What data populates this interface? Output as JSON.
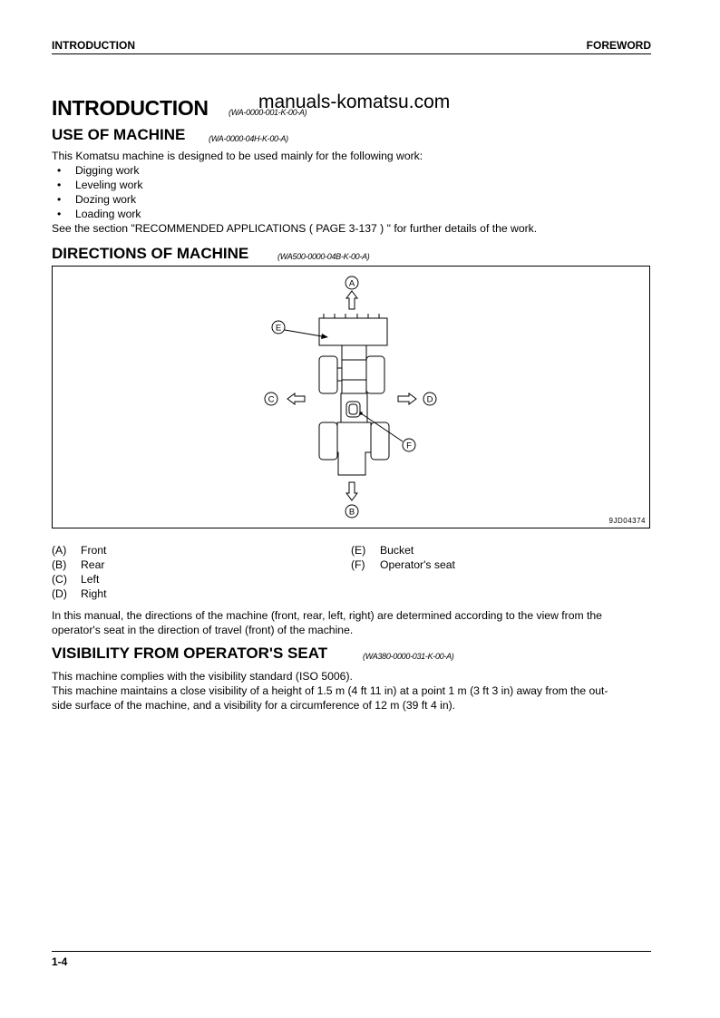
{
  "header": {
    "left": "INTRODUCTION",
    "right": "FOREWORD"
  },
  "watermark": "manuals-komatsu.com",
  "title": {
    "text": "INTRODUCTION",
    "code": "(WA-0000-001-K-00-A)"
  },
  "use_of_machine": {
    "heading": "USE OF MACHINE",
    "code": "(WA-0000-04H-K-00-A)",
    "intro": "This Komatsu machine is designed to be used mainly for the following work:",
    "items": [
      "Digging work",
      "Leveling work",
      "Dozing work",
      "Loading work"
    ],
    "see_also": "See the section \"RECOMMENDED APPLICATIONS ( PAGE 3-137 ) \" for further details of the work."
  },
  "directions": {
    "heading": "DIRECTIONS OF MACHINE",
    "code": "(WA500-0000-04B-K-00-A)",
    "figure": {
      "labels": {
        "a": "A",
        "b": "B",
        "c": "C",
        "d": "D",
        "e": "E",
        "f": "F"
      },
      "figure_id": "9JD04374"
    },
    "legend_left": [
      {
        "key": "(A)",
        "value": "Front"
      },
      {
        "key": "(B)",
        "value": "Rear"
      },
      {
        "key": "(C)",
        "value": "Left"
      },
      {
        "key": "(D)",
        "value": "Right"
      }
    ],
    "legend_right": [
      {
        "key": "(E)",
        "value": "Bucket"
      },
      {
        "key": "(F)",
        "value": "Operator's seat"
      }
    ],
    "note_line1": "In this manual, the directions of the machine (front, rear, left, right) are determined according to the view from the",
    "note_line2": "operator's seat in the direction of travel (front) of the machine."
  },
  "visibility": {
    "heading": "VISIBILITY FROM OPERATOR'S SEAT",
    "code": "(WA380-0000-031-K-00-A)",
    "line1": "This machine complies with the visibility standard (ISO 5006).",
    "line2": "This machine maintains a close visibility of a height of 1.5 m (4 ft 11 in) at a point 1 m (3 ft 3 in) away from the out-",
    "line3": "side surface of the machine, and a visibility for a circumference of 12 m (39 ft 4 in)."
  },
  "footer": {
    "page": "1-4"
  }
}
